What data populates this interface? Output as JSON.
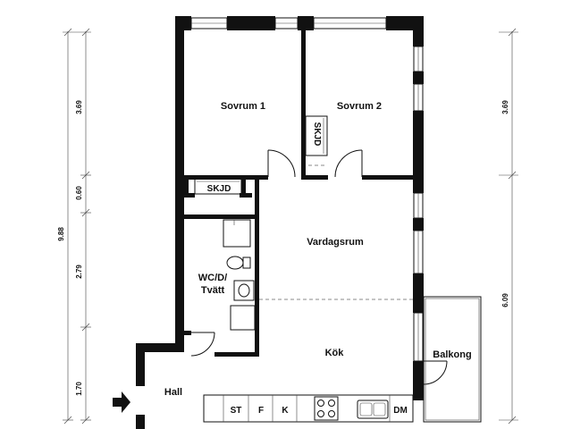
{
  "rooms": {
    "sovrum1": "Sovrum 1",
    "sovrum2": "Sovrum 2",
    "skjd_vertical": "SKJD",
    "skjd_horizontal": "SKJD",
    "vardagsrum": "Vardagsrum",
    "wc_line1": "WC/D/",
    "wc_line2": "Tvätt",
    "kok": "Kök",
    "balkong": "Balkong",
    "hall": "Hall"
  },
  "fixtures": {
    "st": "ST",
    "f": "F",
    "k": "K",
    "dm": "DM"
  },
  "dimensions": {
    "left": [
      "3.69",
      "0.60",
      "2.79",
      "1.70"
    ],
    "left_total": "9.88",
    "right": [
      "3.69",
      "6.09"
    ]
  },
  "colors": {
    "wall": "#111111",
    "line": "#111111"
  }
}
